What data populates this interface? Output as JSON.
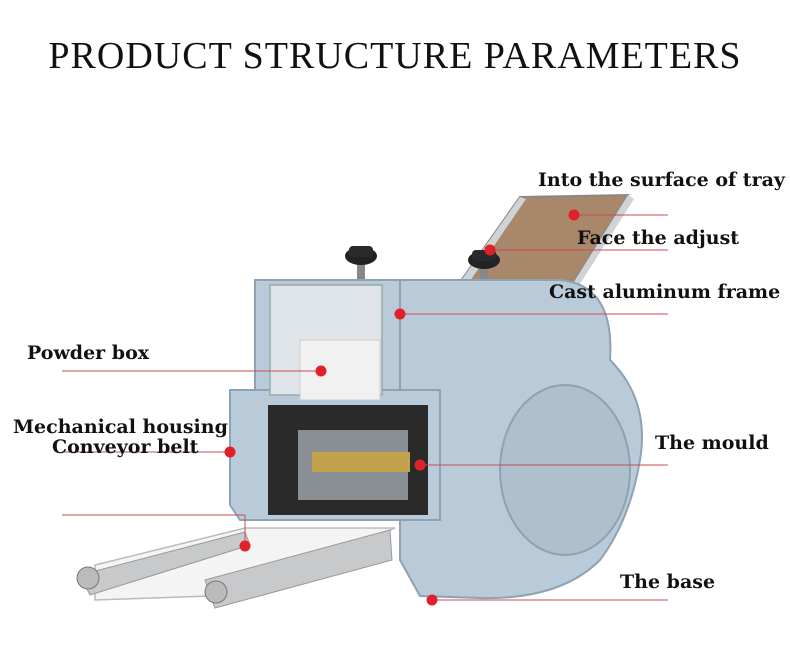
{
  "title": "PRODUCT STRUCTURE PARAMETERS",
  "labels": {
    "tray": "Into the surface of tray",
    "adjust": "Face the adjust",
    "frame": "Cast aluminum frame",
    "powder_box": "Powder box",
    "mech_housing": "Mechanical housing",
    "conveyor_belt": "Conveyor belt",
    "mould": "The mould",
    "base": "The base"
  },
  "colors": {
    "pointer": "#e0202a",
    "line": "#c94b55",
    "housing": "#b9cbd9"
  }
}
